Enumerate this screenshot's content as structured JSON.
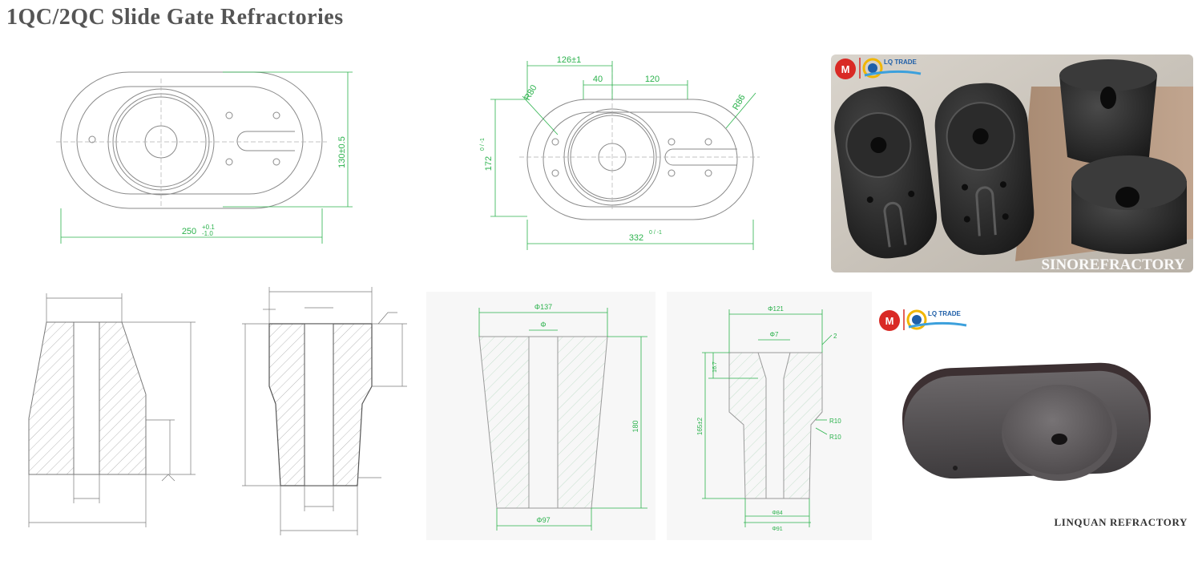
{
  "page": {
    "title": "1QC/2QC Slide Gate Refractories"
  },
  "drawings": {
    "plate_1": {
      "height_dim": "130±0.5",
      "length_dim": "250",
      "length_tol_top": "+0.1",
      "length_tol_bottom": "-1.0"
    },
    "plate_2": {
      "top_total": "126±1",
      "top_left": "40",
      "top_right": "120",
      "radius_left": "R80",
      "radius_right": "R86",
      "height_dim": "172",
      "height_tol": "0 / -1",
      "length_dim": "332",
      "length_tol": "0 / -1"
    },
    "nozzle_3": {
      "top_dim": "Φ137",
      "bore_dim": "Φ",
      "height_dim": "180",
      "bottom_dim": "Φ97"
    },
    "nozzle_4": {
      "top_dim": "Φ121",
      "bore_dim": "Φ7",
      "side_dim_1": "R10",
      "side_dim_2": "R10",
      "height_dim": "165±2",
      "upper_height": "16.7",
      "top_right_dim": "2",
      "bottom_dim_1": "Φ84",
      "bottom_dim_2": "Φ91"
    }
  },
  "photos": {
    "top_right": {
      "watermark": "SINOREFRACTORY",
      "logo_text": "LQ TRADE"
    },
    "bottom_right": {
      "logo_text": "LQ TRADE",
      "caption": "LINQUAN REFRACTORY"
    }
  }
}
